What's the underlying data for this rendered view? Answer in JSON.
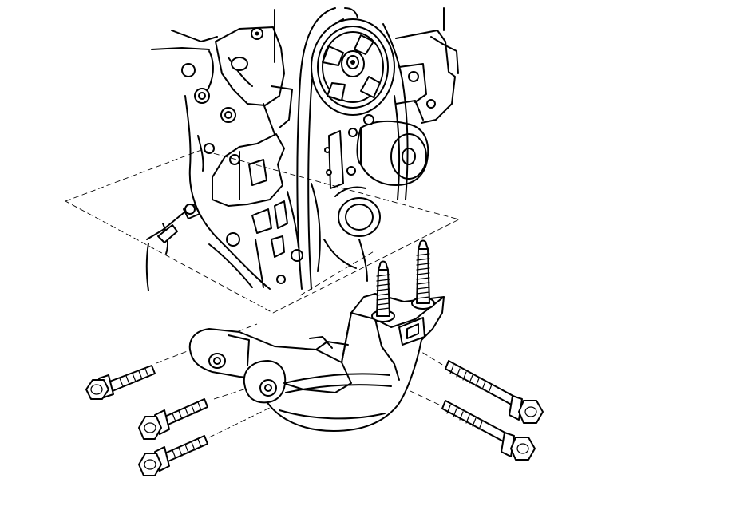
{
  "diagram": {
    "type": "exploded-view illustration",
    "parts": [
      "engine-front-assembly",
      "timing-belt",
      "crankshaft-pulley",
      "engine-mount-bracket",
      "mount-stud",
      "mount-bolt"
    ],
    "bolt_count": 5,
    "stud_count": 2,
    "line_color": "#000000",
    "background_color": "#ffffff",
    "text_labels": []
  }
}
